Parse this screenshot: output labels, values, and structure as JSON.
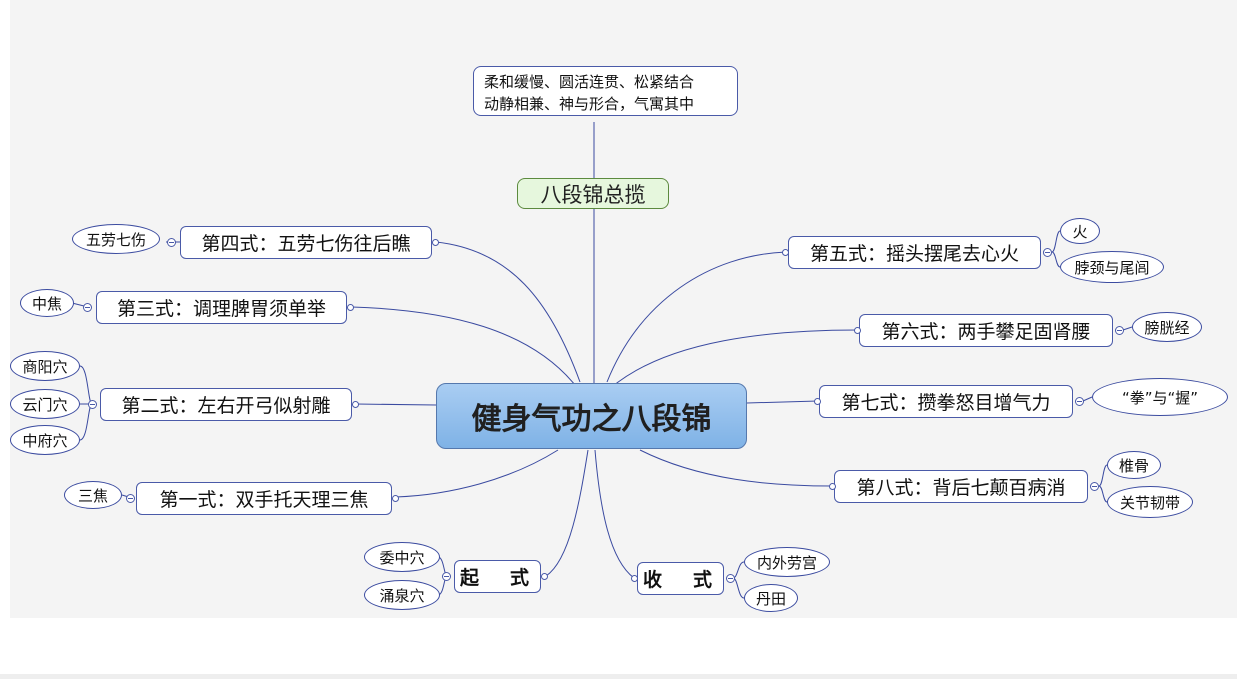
{
  "mindmap": {
    "root": "健身气功之八段锦",
    "summary": "八段锦总揽",
    "note_lines": [
      "柔和缓慢、圆活连贯、松紧结合",
      "动静相兼、神与形合，气寓其中"
    ],
    "branches": {
      "b4": {
        "label": "第四式：五劳七伤往后瞧",
        "leaves": [
          "五劳七伤"
        ]
      },
      "b3": {
        "label": "第三式：调理脾胃须单举",
        "leaves": [
          "中焦"
        ]
      },
      "b2": {
        "label": "第二式：左右开弓似射雕",
        "leaves": [
          "商阳穴",
          "云门穴",
          "中府穴"
        ]
      },
      "b1": {
        "label": "第一式：双手托天理三焦",
        "leaves": [
          "三焦"
        ]
      },
      "qishi": {
        "label": "起　式",
        "leaves": [
          "委中穴",
          "涌泉穴"
        ]
      },
      "shoushi": {
        "label": "收　式",
        "leaves": [
          "内外劳宫",
          "丹田"
        ]
      },
      "b5": {
        "label": "第五式：摇头摆尾去心火",
        "leaves": [
          "火",
          "脖颈与尾闾"
        ]
      },
      "b6": {
        "label": "第六式：两手攀足固肾腰",
        "leaves": [
          "膀胱经"
        ]
      },
      "b7": {
        "label": "第七式：攒拳怒目增气力",
        "leaves": [
          "“拳”与“握”"
        ]
      },
      "b8": {
        "label": "第八式：背后七颠百病消",
        "leaves": [
          "椎骨",
          "关节韧带"
        ]
      }
    }
  }
}
